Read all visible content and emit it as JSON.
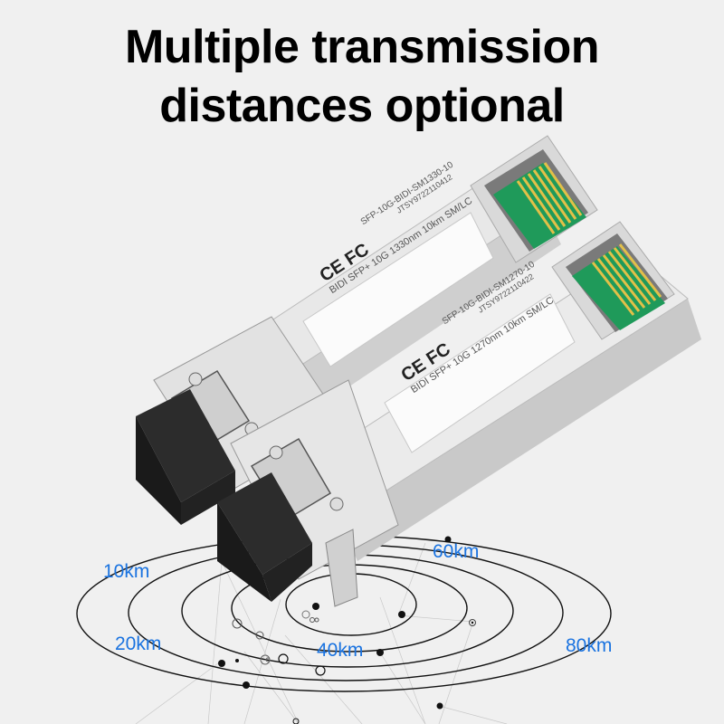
{
  "header": {
    "title_line_1": "Multiple transmission",
    "title_line_2": "distances optional"
  },
  "products": [
    {
      "model": "SFP-10G-BIDI-SM1330-10",
      "serial": "JTSY9722110412",
      "description": "BIDI SFP+ 10G 1330nm 10km SM/LC",
      "certifications": [
        "CE",
        "FC"
      ]
    },
    {
      "model": "SFP-10G-BIDI-SM1270-10",
      "serial": "JTSY9722110422",
      "description": "BIDI SFP+ 10G 1270nm 10km SM/LC",
      "certifications": [
        "CE",
        "FC"
      ]
    }
  ],
  "distances": [
    {
      "label": "10km"
    },
    {
      "label": "20km"
    },
    {
      "label": "40km"
    },
    {
      "label": "60km"
    },
    {
      "label": "80km"
    }
  ],
  "colors": {
    "background": "#f0f0f0",
    "distance_label": "#1a73e0",
    "pcb_green": "#1f9a5a",
    "gold_pins": "#e2c048",
    "dust_cap": "#2a2a2a"
  }
}
